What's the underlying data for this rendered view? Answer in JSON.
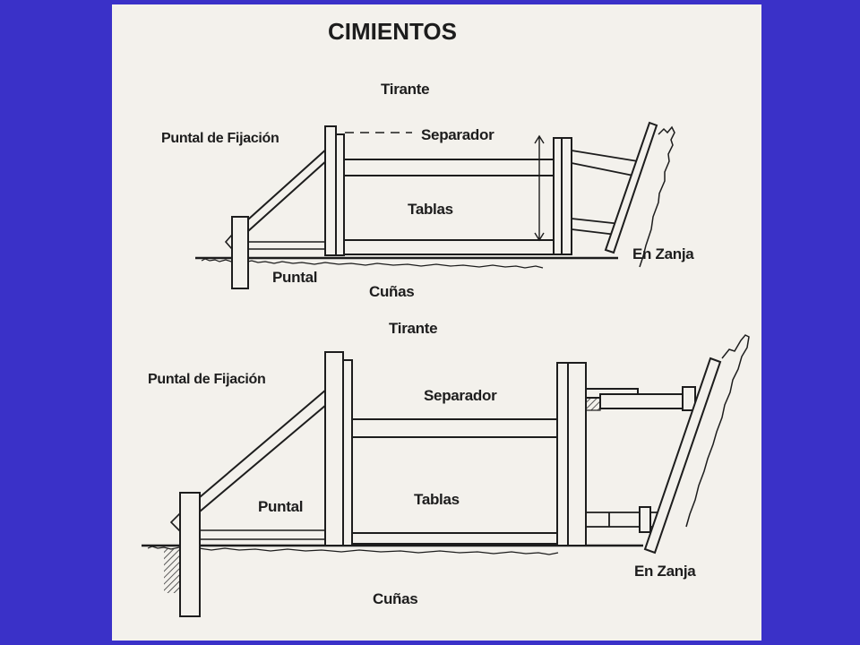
{
  "title": "CIMIENTOS",
  "top_diagram": {
    "tirante": "Tirante",
    "puntal_fijacion": "Puntal de Fijación",
    "separador": "Separador",
    "tablas": "Tablas",
    "en_zanja": "En Zanja",
    "puntal": "Puntal",
    "cunas": "Cuñas"
  },
  "bottom_diagram": {
    "tirante": "Tirante",
    "puntal_fijacion": "Puntal de Fijación",
    "separador": "Separador",
    "puntal": "Puntal",
    "tablas": "Tablas",
    "en_zanja": "En Zanja",
    "cunas": "Cuñas"
  },
  "colors": {
    "border": "#3a31c8",
    "paper": "#f3f1ec",
    "ink": "#1d1d1d"
  }
}
